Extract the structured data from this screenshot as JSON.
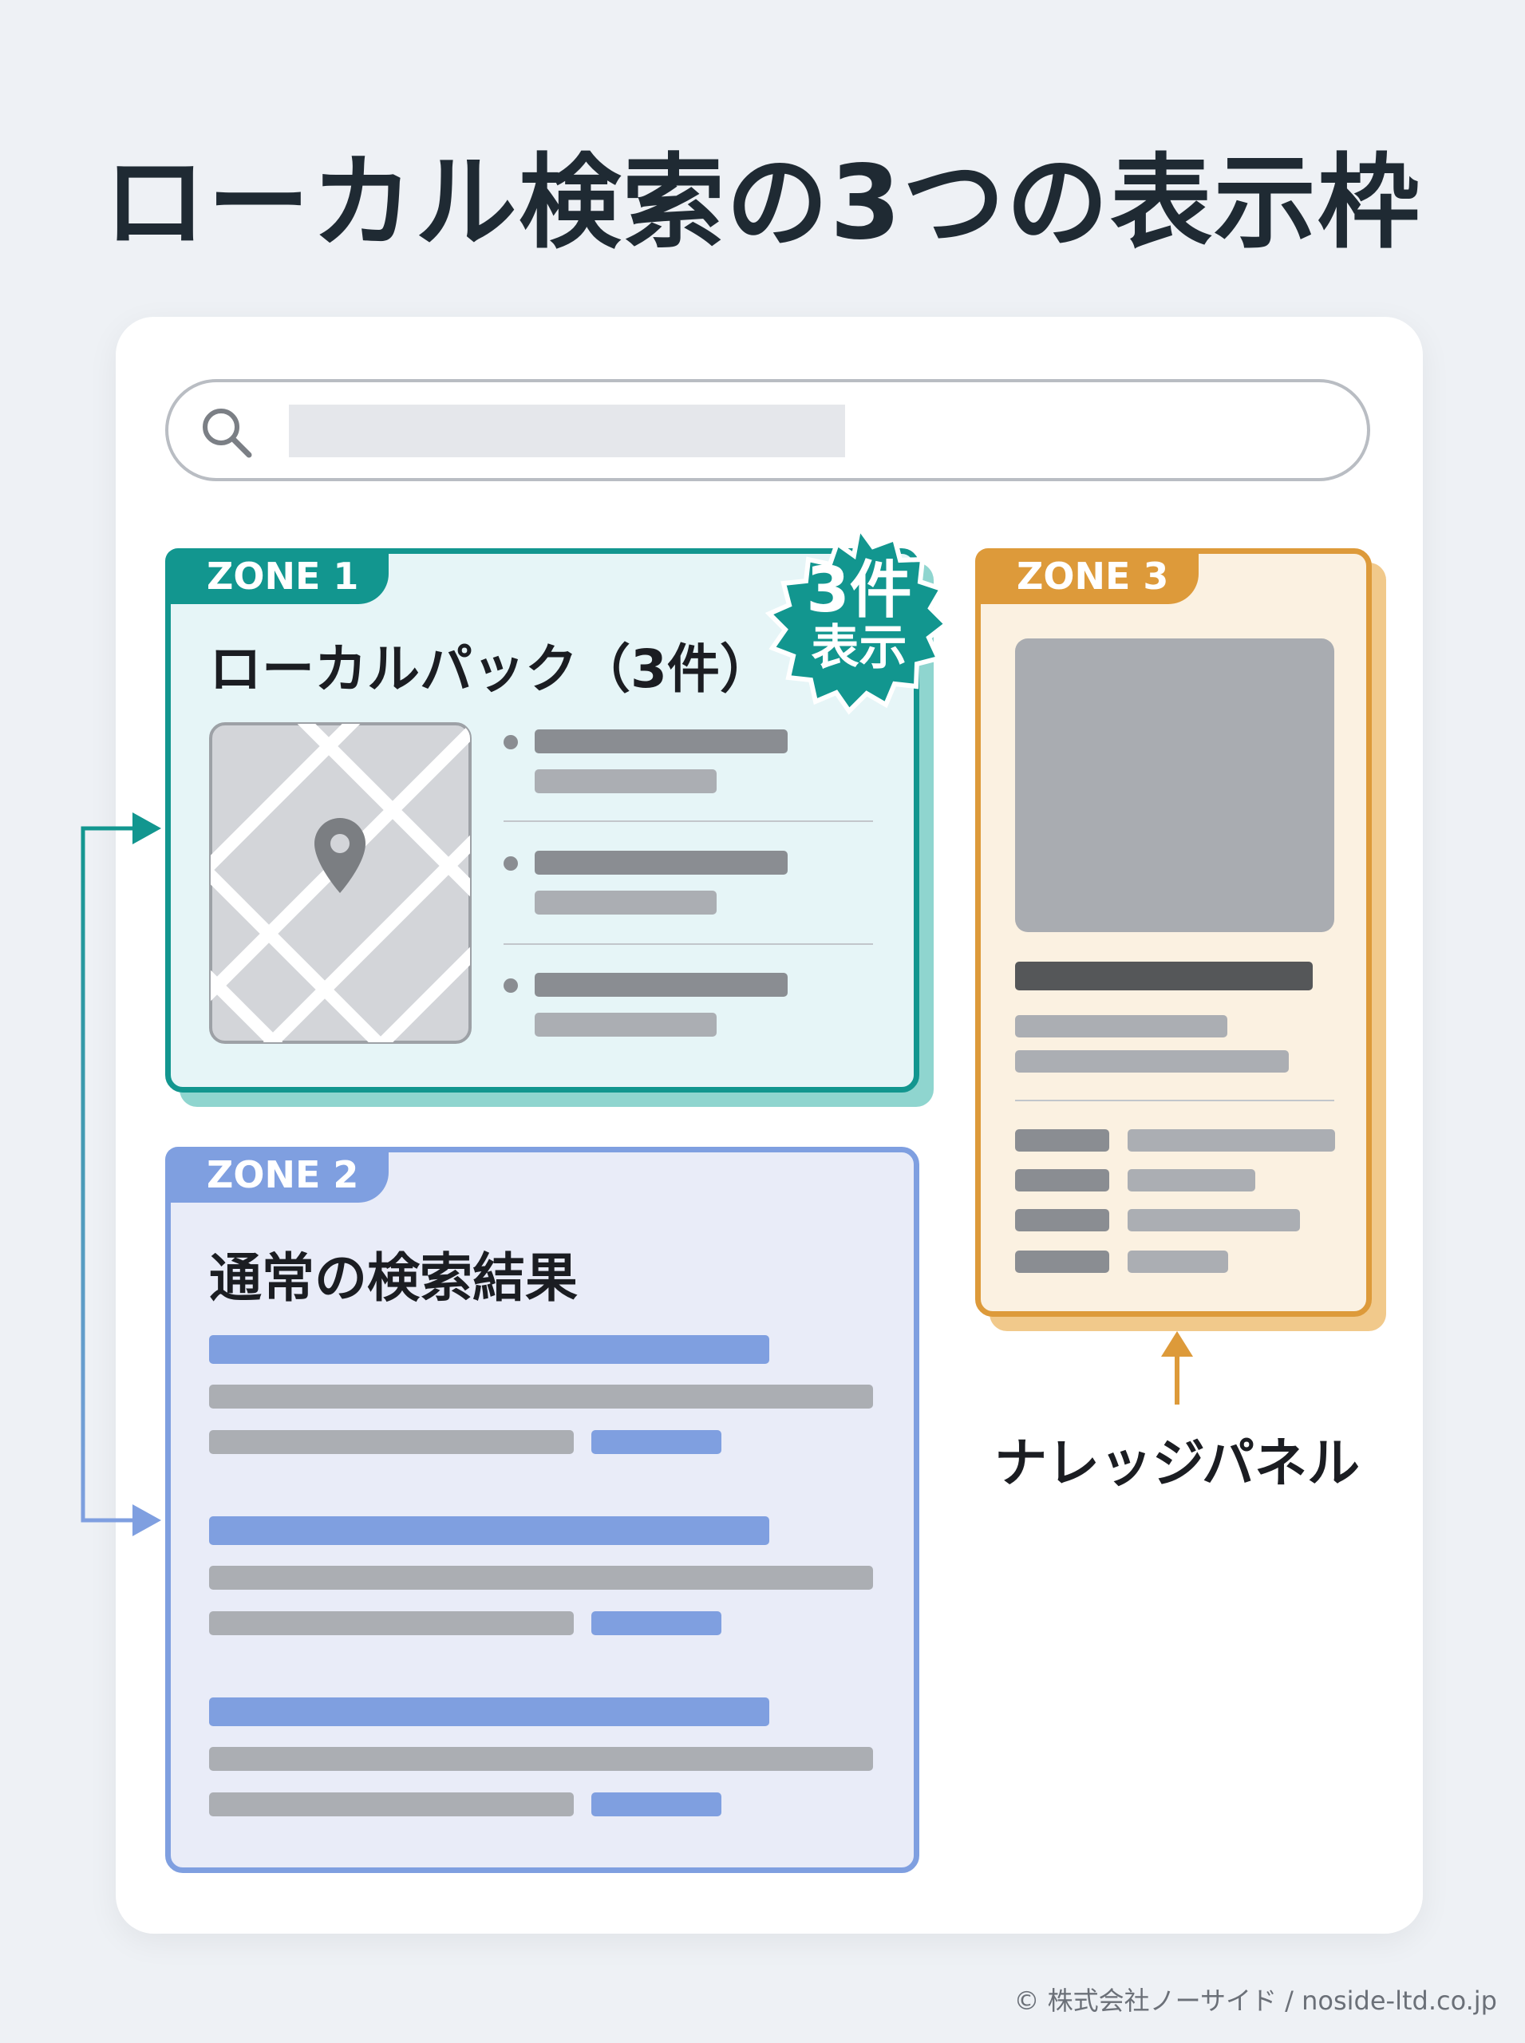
{
  "title": "ローカル検索の3つの表示枠",
  "zones": {
    "zone1": {
      "tab": "ZONE 1",
      "heading": "ローカルパック（3件）",
      "badge_line1": "3件",
      "badge_line2": "表示",
      "color": "#12968f"
    },
    "zone2": {
      "tab": "ZONE 2",
      "heading": "通常の検索結果",
      "color": "#7f9fe0"
    },
    "zone3": {
      "tab": "ZONE 3",
      "label": "ナレッジパネル",
      "color": "#dd9a3a"
    }
  },
  "icons": {
    "search": "search-icon",
    "map_pin": "map-pin-icon"
  },
  "footer": "© 株式会社ノーサイド / noside-ltd.co.jp"
}
